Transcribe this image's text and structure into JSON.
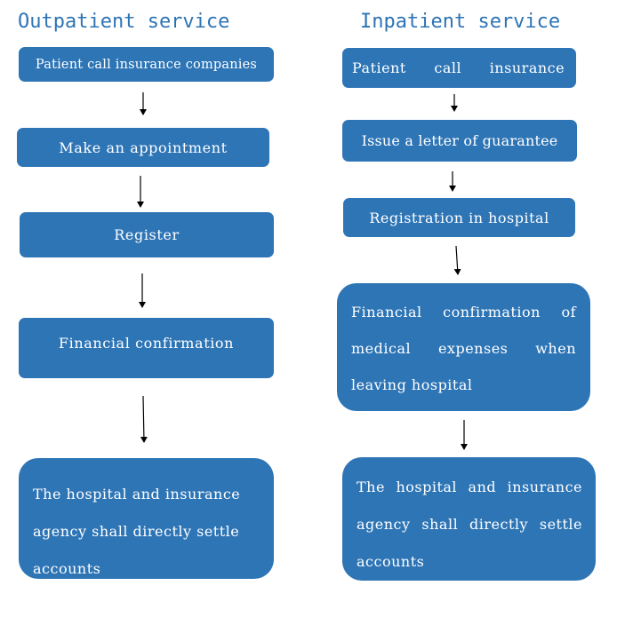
{
  "outpatient": {
    "title": "Outpatient service",
    "steps": [
      "Patient call insurance companies",
      "Make an appointment",
      "Register",
      "Financial confirmation",
      "The hospital and insurance agency shall directly settle accounts"
    ]
  },
  "inpatient": {
    "title": "Inpatient service",
    "steps": [
      "Patient call insurance",
      "Issue a letter of guarantee",
      "Registration in hospital",
      "Financial confirmation of medical expenses when leaving hospital",
      "The hospital and insurance agency shall directly settle accounts"
    ]
  },
  "colors": {
    "box_fill": "#2e75b6",
    "title_text": "#2e74b5",
    "box_text": "#ffffff",
    "arrow": "#000000"
  }
}
